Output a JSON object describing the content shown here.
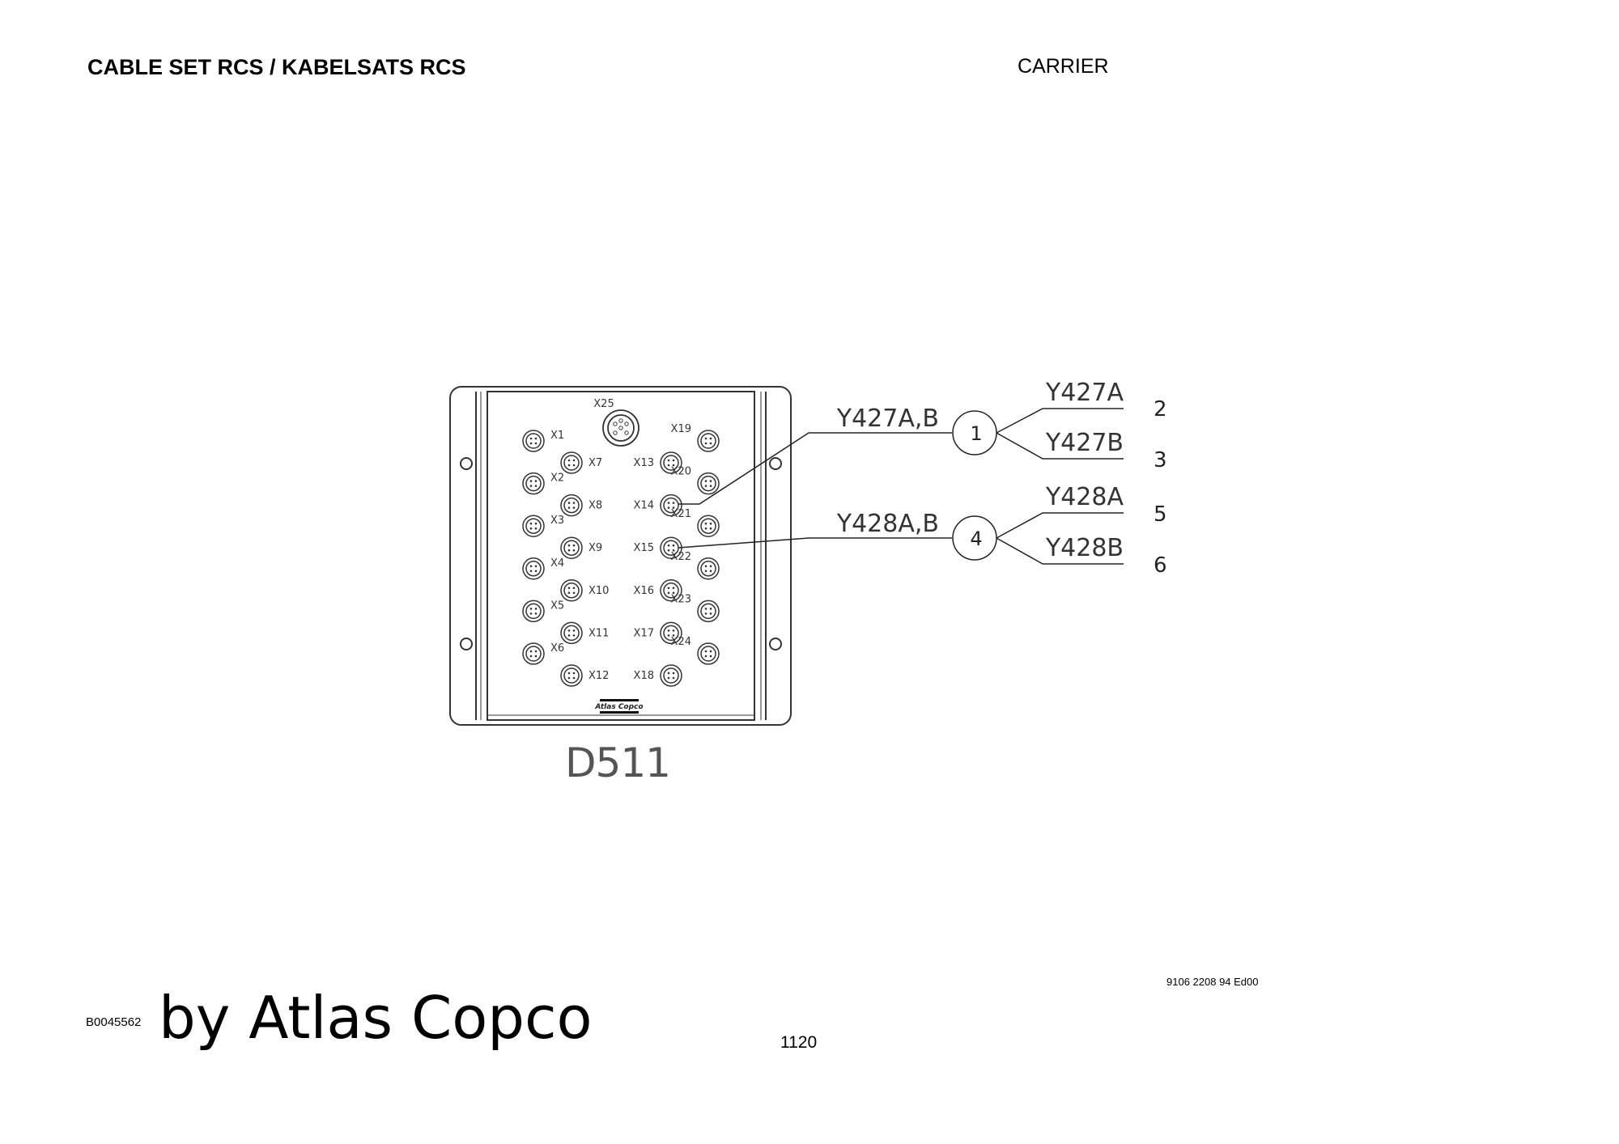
{
  "header": {
    "title": "CABLE SET RCS / KABELSATS RCS",
    "section": "CARRIER"
  },
  "module": {
    "label": "D511",
    "logo": "Atlas Copco",
    "top_connector": "X25",
    "connectors": [
      "X1",
      "X2",
      "X3",
      "X4",
      "X5",
      "X6",
      "X7",
      "X8",
      "X9",
      "X10",
      "X11",
      "X12",
      "X13",
      "X14",
      "X15",
      "X16",
      "X17",
      "X18",
      "X19",
      "X20",
      "X21",
      "X22",
      "X23",
      "X24"
    ]
  },
  "wiring": [
    {
      "bundle": "Y427A,B",
      "callout": "1",
      "connector": "X14",
      "branches": [
        {
          "label": "Y427A",
          "item": "2"
        },
        {
          "label": "Y427B",
          "item": "3"
        }
      ]
    },
    {
      "bundle": "Y428A,B",
      "callout": "4",
      "connector": "X15",
      "branches": [
        {
          "label": "Y428A",
          "item": "5"
        },
        {
          "label": "Y428B",
          "item": "6"
        }
      ]
    }
  ],
  "footer": {
    "drawing_id": "B0045562",
    "watermark": "by Atlas Copco",
    "page_number": "1120",
    "doc_number": "9106 2208 94 Ed00"
  }
}
